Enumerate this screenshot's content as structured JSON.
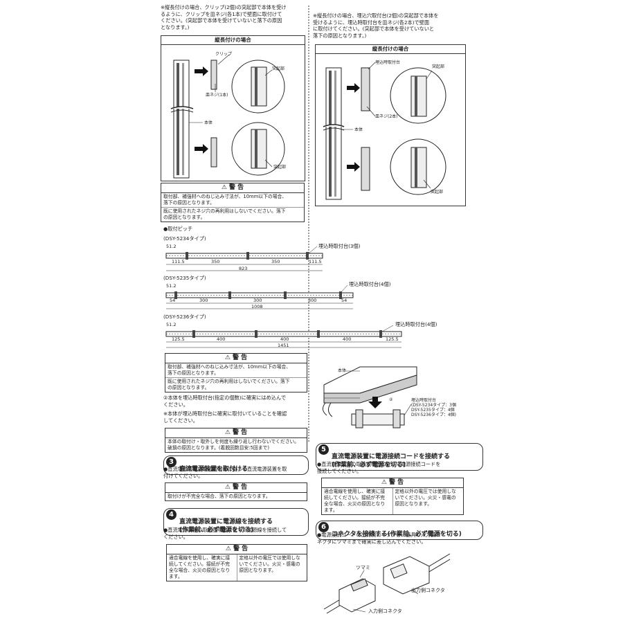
{
  "left_top_note": "※縦長付けの場合、クリップ(2個)の突起部で本体を受け\nるように、クリップを皿ネジ(各1本)で壁面に取付けて\nください。(突起部で本体を受けていないと落下の原因\nとなります。)",
  "right_top_note": "※縦長付けの場合、埋込穴取付台(2個)の突起部で本体を\n受けるように、埋込時取付台を皿ネジ(各2本)で壁面\nに取付けてください。(突起部で本体を受けていないと\n落下の原因となります。)",
  "box_title": "縦長付けの場合",
  "labels": {
    "clip": "クリップ",
    "screw1": "皿ネジ(1本)",
    "protrusion": "突起部",
    "body": "本体",
    "mount_base": "埋込時取付台",
    "screw2": "皿ネジ(2本)"
  },
  "warning_title": "警 告",
  "warning1": [
    "取付部、補強材へのねじ込み寸法が、10mm以下の場合、\n落下の原因となります。",
    "既に使用されたネジ穴の再利用はしないでください。落下\nの原因となります。"
  ],
  "pitch_title": "●取付ピッチ",
  "types": [
    {
      "name": "(DSY-5234タイプ)",
      "callout": "埋込時取付台(3個)",
      "top_dim": "51.2",
      "segments": [
        "111.5",
        "350",
        "350",
        "111.5"
      ],
      "total": "823"
    },
    {
      "name": "(DSY-5235タイプ)",
      "callout": "埋込時取付台(4個)",
      "top_dim": "51.2",
      "segments": [
        "54",
        "300",
        "300",
        "300",
        "54"
      ],
      "total": "1008"
    },
    {
      "name": "(DSY-5236タイプ)",
      "callout": "埋込時取付台(4個)",
      "top_dim": "51.2",
      "segments": [
        "125.5",
        "400",
        "400",
        "400",
        "125.5"
      ],
      "total": "1451"
    }
  ],
  "step2_note": "②本体を埋込時取付台(指定の個数)に確実にはめ込んで\nください。",
  "step2_note2": "※本体が埋込時取付台に確実に取付いていることを確認\nしてください。",
  "warning3": "本体の取付け・取外しを何度も繰り返し行わないでください。\n破損の原因となります。(着脱回数目安:5回まで)",
  "step3": {
    "num": "3",
    "title": "直流電源装置を取付ける",
    "desc": "●直流電源装置の取扱説明書に従って直流電源装置を取\n付けてください。",
    "warning": "取付けが不完全な場合、落下の原因となります。"
  },
  "step4": {
    "num": "4",
    "title": "直流電源装置に電源線を接続する\n(作業前、必ず電源を切る)",
    "desc": "●直流電源装置の取扱説明書に従って電源線を接続して\nください。",
    "warn_left": "適合電線を使用し、確実に接\n続してください。接続が不完\n全な場合、火災の原因となり\nます。",
    "warn_right": "定格以外の電圧では使用しな\nいでください。火災・感電の\n原因となります。"
  },
  "figure_right": {
    "body": "本体",
    "circle2": "②",
    "mount": "埋込時取付台\n(DSY-5234タイプ：3個\nDSY-5235タイプ：4個\nDSY-5236タイプ：4個)"
  },
  "step5": {
    "num": "5",
    "title": "直流電源装置に電源接続コードを接続する\n(作業前、必ず電源を切る)",
    "desc": "●直流電源装置の取扱説明書に従って電源接続コードを\n接続してください。",
    "warn_left": "適合電線を使用し、確実に接\n続してください。接続が不完\n全な場合、火災の原因となり\nます。",
    "warn_right": "定格以外の電圧では使用しな\nいでください。火災・感電の\n原因となります。"
  },
  "step6": {
    "num": "6",
    "title": "コネクタを接続する(作業前、必ず電源を切る)",
    "desc": "●電源接続コードの出力側コネクタを、器具の入力側コ\nネクタにツマミまで確実に差し込んでください。",
    "knob": "ツマミ",
    "output": "出力側コネクタ",
    "input": "入力側コネクタ"
  }
}
